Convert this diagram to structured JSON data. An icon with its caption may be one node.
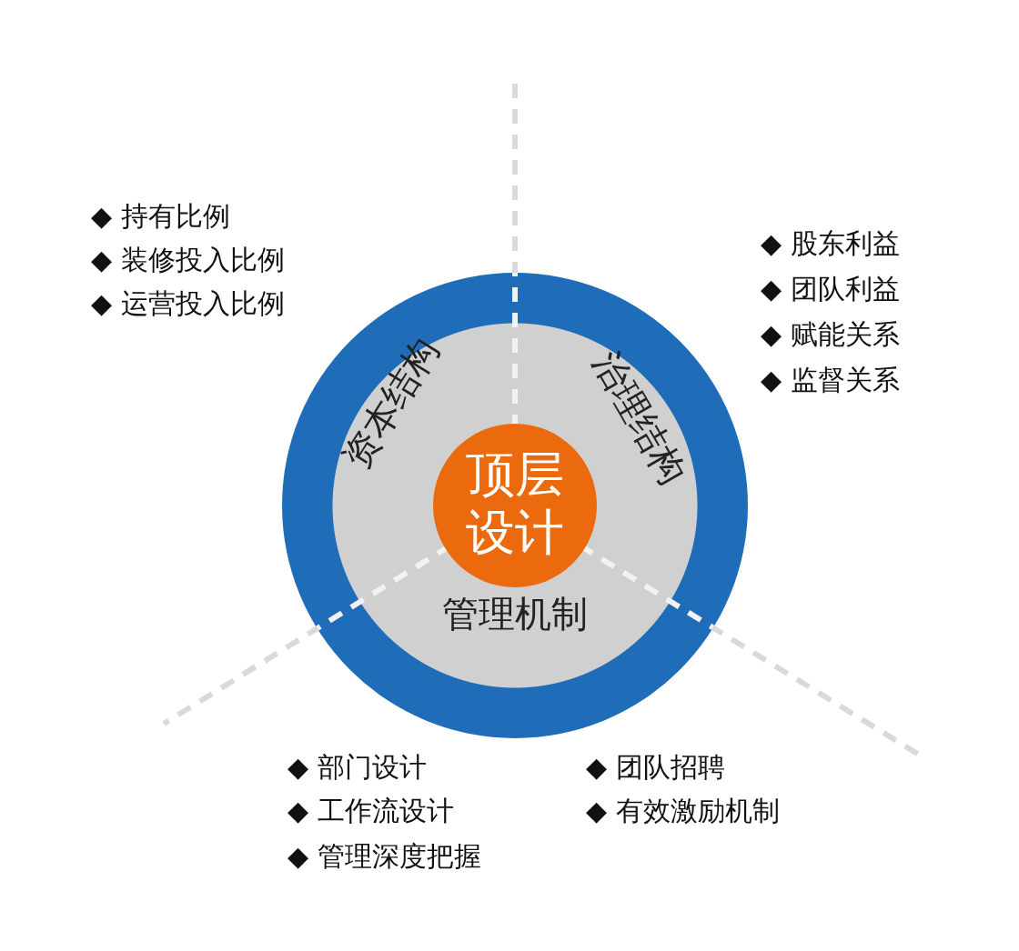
{
  "diagram": {
    "nodes": [
      {
        "text": [],
        "shape": "circle"
      },
      {
        "text": [
          "资本结构"
        ],
        "in": 0
      },
      {
        "text": [
          "治理结构"
        ],
        "in": 0
      },
      {
        "text": [
          "管理机制"
        ],
        "in": 0
      },
      {
        "text": [
          "顶层设计"
        ],
        "in": 0
      }
    ],
    "labels": [
      "◆ 持有比例",
      "◆ 装修投入比例",
      "◆ 运营投入比例",
      "◆ 股东利益",
      "◆ 团队利益",
      "◆ 赋能关系",
      "◆ 监督关系",
      "◆ 部门设计",
      "◆ 团队招聘",
      "◆ 工作流设计",
      "◆ 有效激励机制",
      "◆ 管理深度把握"
    ]
  }
}
